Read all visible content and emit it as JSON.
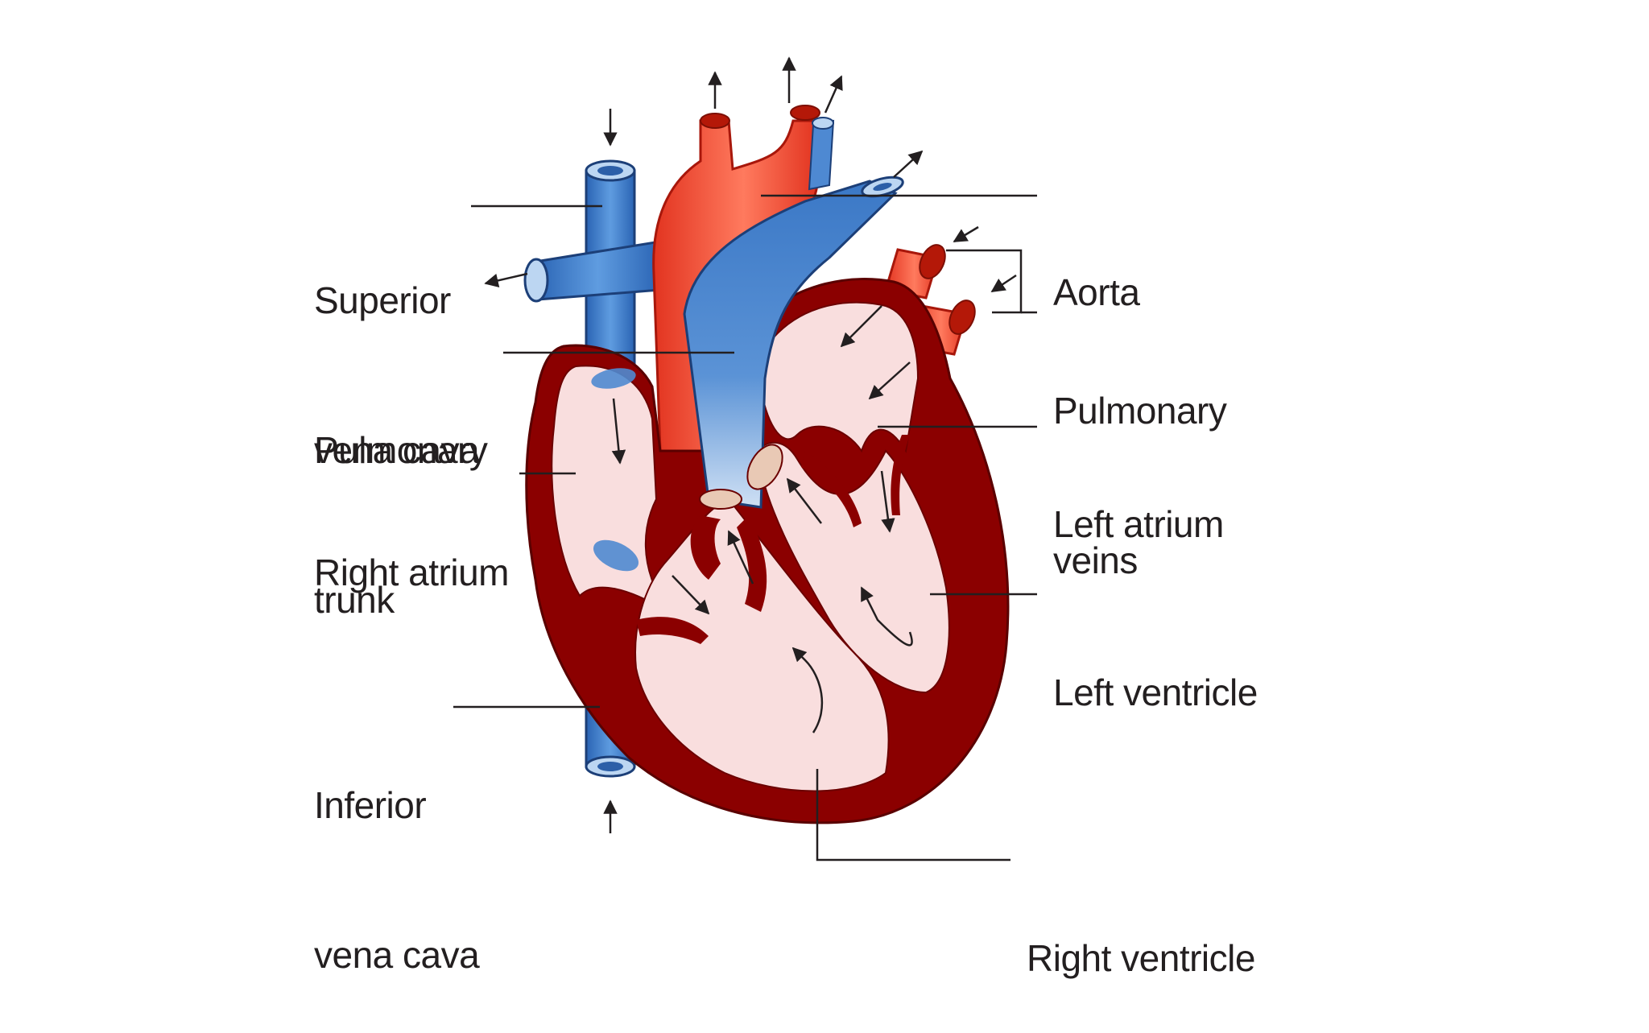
{
  "labels": {
    "superior_vena_cava": [
      "Superior",
      "vena cava"
    ],
    "pulmonary_trunk": [
      "Pulmonary",
      "trunk"
    ],
    "right_atrium": [
      "Right atrium"
    ],
    "inferior_vena_cava": [
      "Inferior",
      "vena cava"
    ],
    "aorta": [
      "Aorta"
    ],
    "pulmonary_veins": [
      "Pulmonary",
      "veins"
    ],
    "left_atrium": [
      "Left atrium"
    ],
    "left_ventricle": [
      "Left ventricle"
    ],
    "right_ventricle": [
      "Right ventricle"
    ]
  },
  "colors": {
    "heart_wall": "#8b0000",
    "chamber_interior": "#f9dede",
    "oxygenated": "#ef4131",
    "deoxygenated": "#3e7ec8",
    "label_text": "#231f20",
    "leader_line": "#231f20"
  }
}
